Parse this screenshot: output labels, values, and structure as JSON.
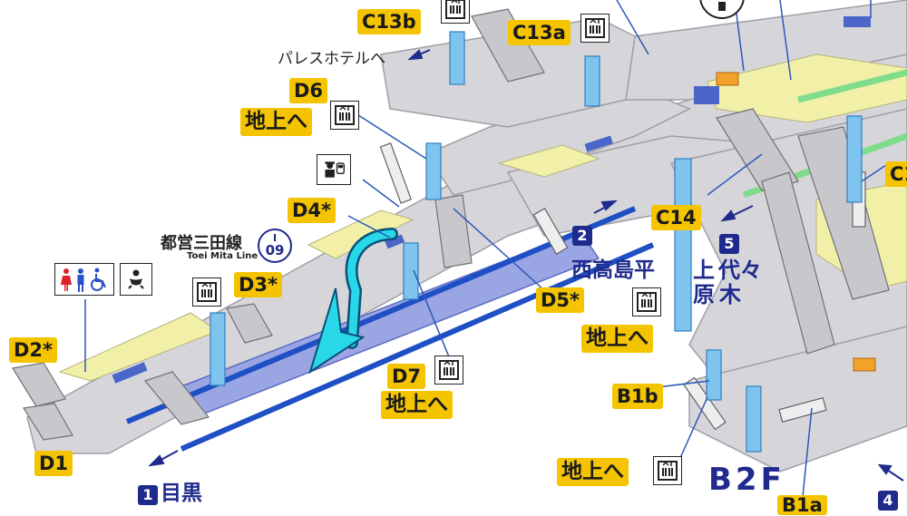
{
  "labels": {
    "c13b": "C13b",
    "c13a": "C13a",
    "d6": "D6",
    "chijo": "地上へ",
    "d4": "D4*",
    "d3": "D3*",
    "d2": "D2*",
    "d1": "D1",
    "d5": "D5*",
    "d7": "D7",
    "c14": "C14",
    "b1b": "B1b",
    "b1a": "B1a",
    "c1": "C1"
  },
  "directions": {
    "palace_hotel": "パレスホテルへ",
    "nishitakashimadaira": "西高島平",
    "meguro": "目黒",
    "yoyogi_uehara_1": "代々木",
    "yoyogi_uehara_2": "上原"
  },
  "exit_numbers": {
    "n1": "1",
    "n2": "2",
    "n4": "4",
    "n5": "5"
  },
  "line_badge": {
    "name": "都営三田線",
    "name_en": "Toei Mita Line",
    "letter": "I",
    "code": "09"
  },
  "floor": "B2F",
  "colors": {
    "label_bg": "#f5c400",
    "navy": "#1f2a8c",
    "platform": "#9aa6e3",
    "cyan": "#29d8e8",
    "pillar": "#7fc4ee"
  },
  "icons": [
    "elevator-icon",
    "station-staff-icon",
    "toilet-icon",
    "baby-icon",
    "information-icon"
  ]
}
